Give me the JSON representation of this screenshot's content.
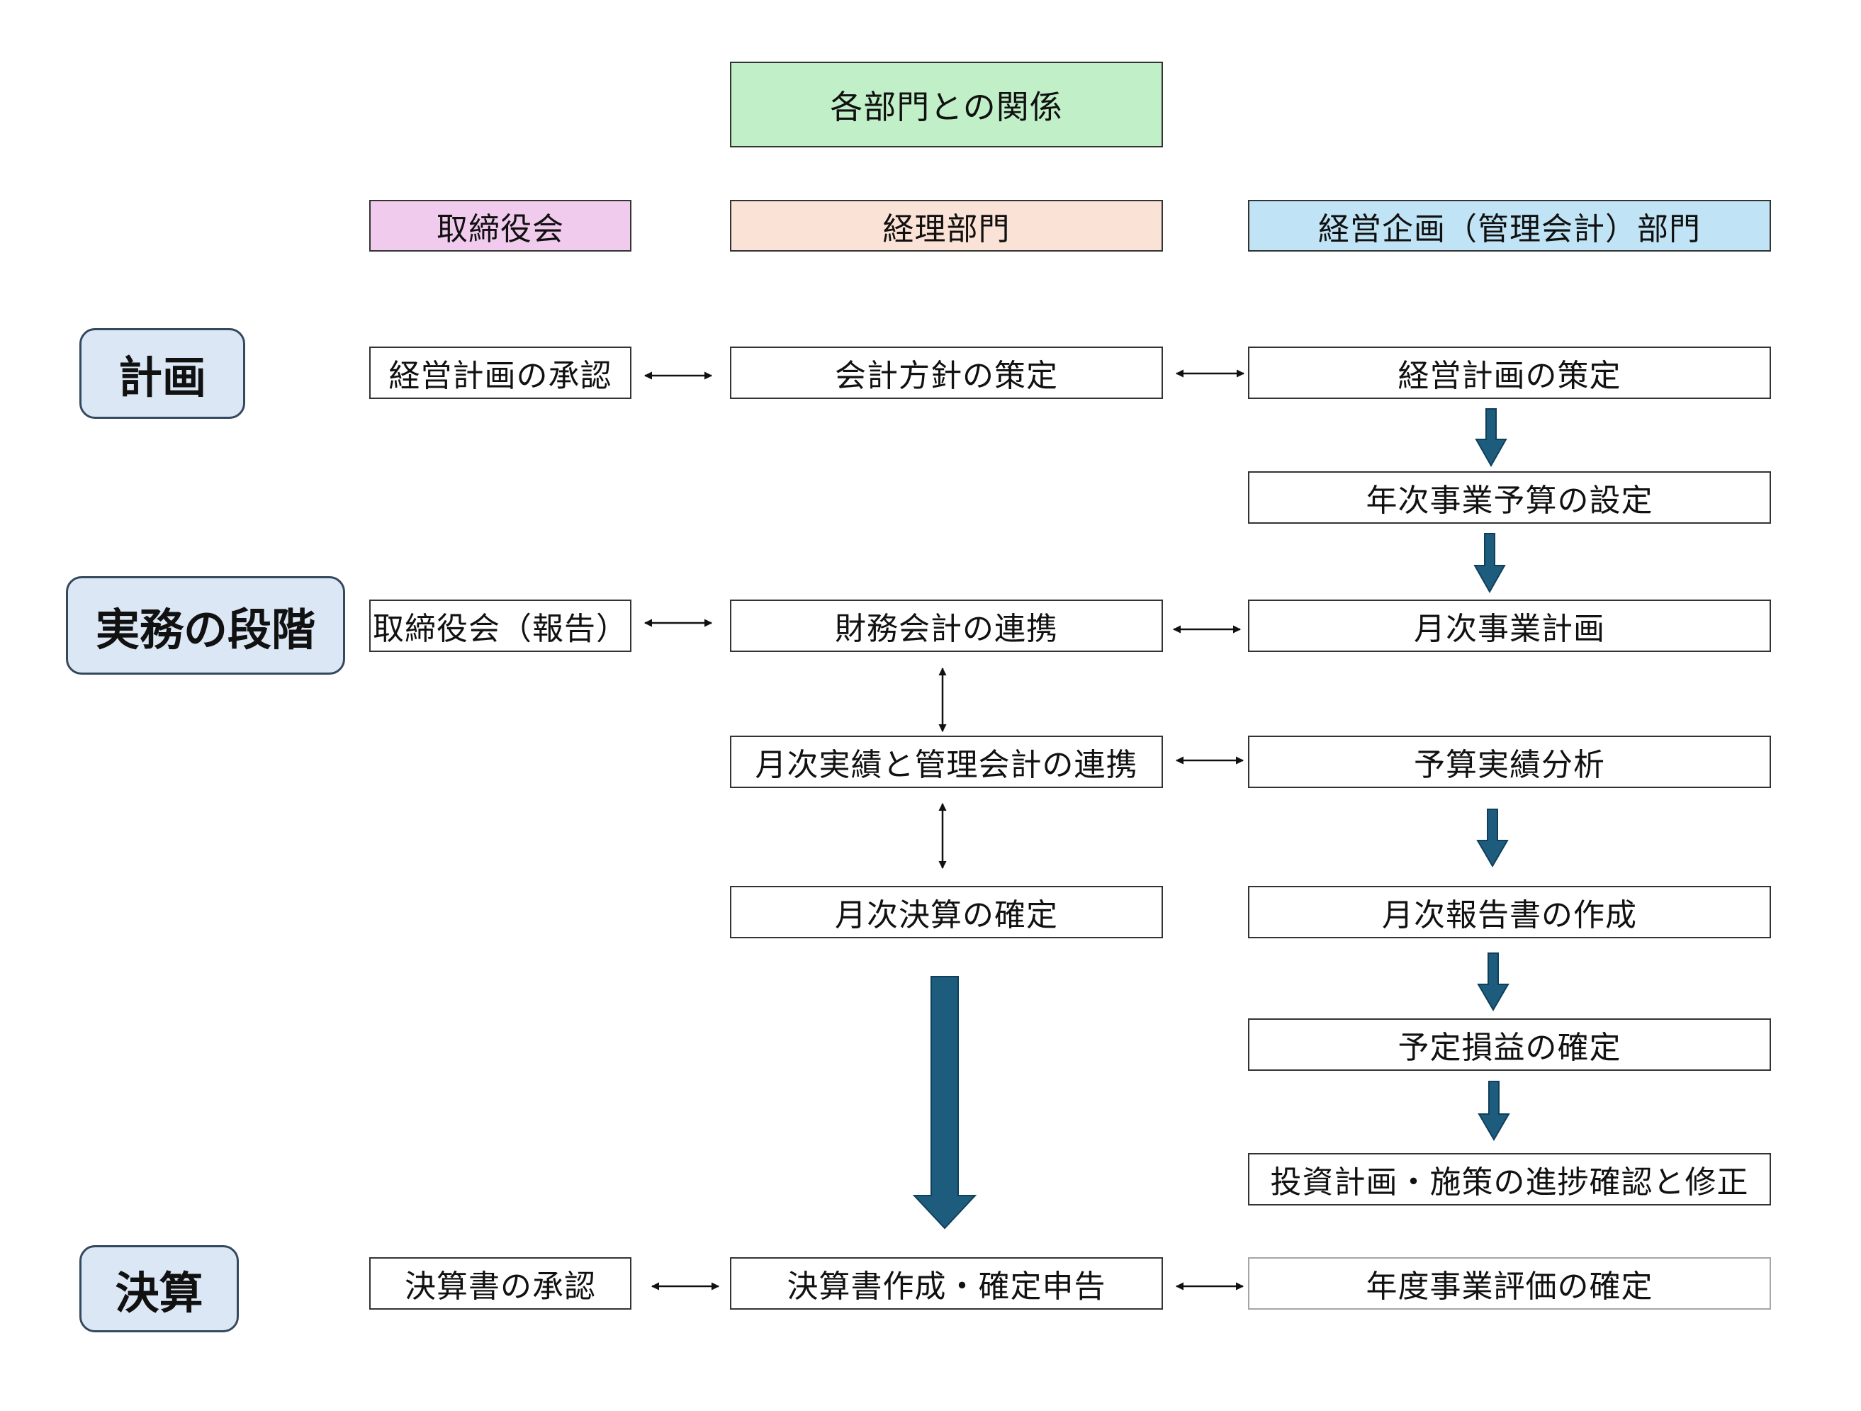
{
  "title": "各部門との関係",
  "departments": {
    "director": "取締役会",
    "accounting": "経理部門",
    "planning": "経営企画（管理会計）部門"
  },
  "phases": {
    "plan": "計画",
    "practice": "実務の段階",
    "settlement": "決算"
  },
  "director_column": {
    "plan_approval": "経営計画の承認",
    "board_report": "取締役会（報告）",
    "statement_approval": "決算書の承認"
  },
  "accounting_column": {
    "policy": "会計方針の策定",
    "financial_link": "財務会計の連携",
    "monthly_link": "月次実績と管理会計の連携",
    "monthly_close": "月次決算の確定",
    "final_statements": "決算書作成・確定申告"
  },
  "planning_column": {
    "plan_formulation": "経営計画の策定",
    "annual_budget": "年次事業予算の設定",
    "monthly_plan": "月次事業計画",
    "budget_analysis": "予算実績分析",
    "monthly_report": "月次報告書の作成",
    "forecast_pl": "予定損益の確定",
    "investment_review": "投資計画・施策の進捗確認と修正",
    "annual_evaluation": "年度事業評価の確定"
  },
  "colors": {
    "title_fill": "#c1efc8",
    "director_fill": "#f1cbee",
    "accounting_fill": "#fbe2d6",
    "planning_fill": "#c0e4f5",
    "phase_fill": "#dbe7f5",
    "flow_arrow": "#1e5c7e"
  }
}
